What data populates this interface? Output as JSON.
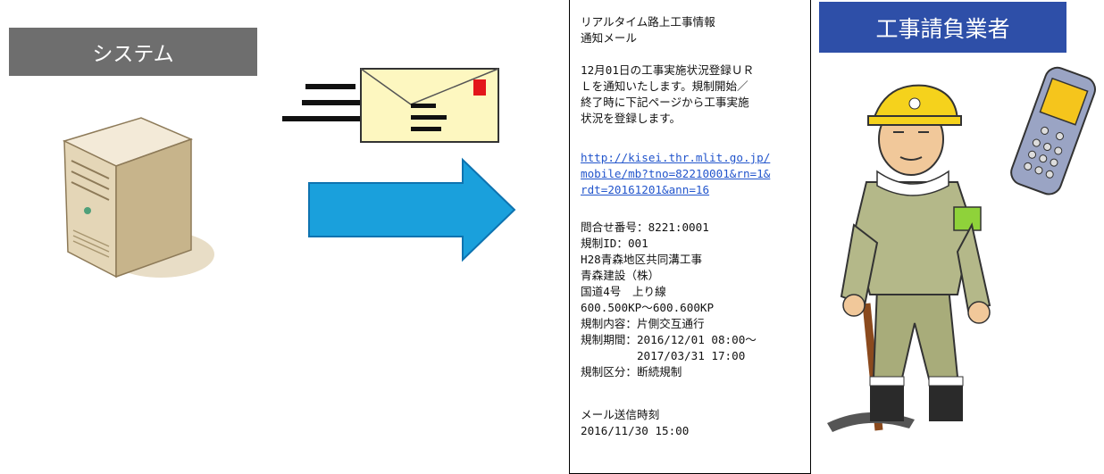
{
  "labels": {
    "system": "システム",
    "contractor": "工事請負業者"
  },
  "mail": {
    "title_lines": [
      "リアルタイム路上工事情報",
      "通知メール"
    ],
    "body_lines": [
      "12月01日の工事実施状況登録ＵＲ",
      "Ｌを通知いたします。規制開始／",
      "終了時に下記ページから工事実施",
      "状況を登録します。"
    ],
    "link_lines": [
      "http://kisei.thr.mlit.go.jp/",
      "mobile/mb?tno=82210001&rn=1&",
      "rdt=20161201&ann=16"
    ],
    "info_lines": [
      "問合せ番号：8221:0001",
      "規制ID：001",
      "H28青森地区共同溝工事",
      "青森建設（株）",
      "国道4号　上り線",
      "600.500KP～600.600KP",
      "規制内容：片側交互通行",
      "規制期間：2016/12/01 08:00～",
      "　　　　　2017/03/31 17:00",
      "規制区分：断続規制"
    ],
    "sent_lines": [
      "メール送信時刻",
      "2016/11/30 15:00"
    ]
  },
  "colors": {
    "system_label_bg": "#6e6e6e",
    "contractor_label_bg": "#2e4fa8",
    "arrow": "#1aa0dc",
    "envelope": "#fdf7c0",
    "link": "#2255cc"
  },
  "icons": {
    "server": "server-icon",
    "envelope": "envelope-icon",
    "arrow": "right-arrow-icon",
    "worker": "construction-worker-icon",
    "phone": "mobile-phone-icon"
  }
}
